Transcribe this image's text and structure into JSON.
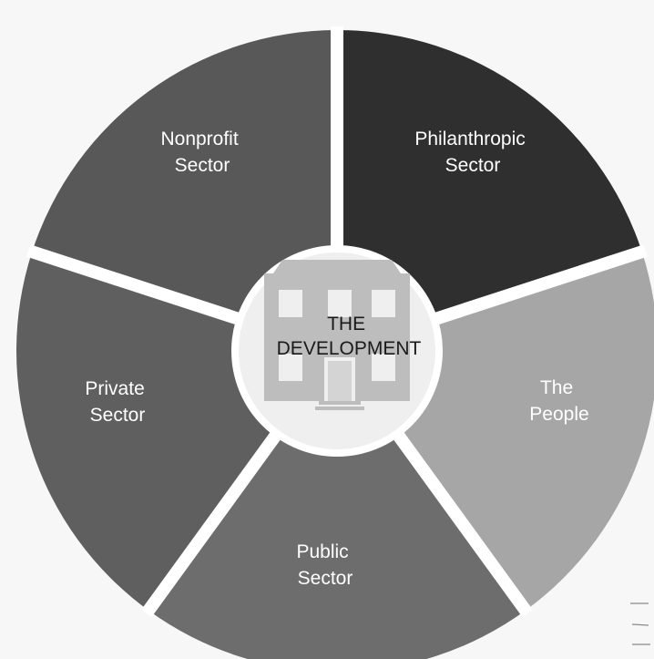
{
  "diagram": {
    "center": {
      "lines": [
        "THE",
        "DEVELOPMENT"
      ],
      "icon": "building-icon",
      "fill": "#efefef",
      "icon_color": "#bdbdbd"
    },
    "segments": [
      {
        "id": "philanthropic",
        "lines": [
          "Philanthropic",
          "Sector"
        ],
        "fill": "#2f2f2f"
      },
      {
        "id": "the-people",
        "lines": [
          "The",
          "People"
        ],
        "fill": "#a6a6a6"
      },
      {
        "id": "public",
        "lines": [
          "Public",
          "Sector"
        ],
        "fill": "#6d6d6d"
      },
      {
        "id": "private",
        "lines": [
          "Private",
          "Sector"
        ],
        "fill": "#5f5f5f"
      },
      {
        "id": "nonprofit",
        "lines": [
          "Nonprofit",
          "Sector"
        ],
        "fill": "#585858"
      }
    ]
  }
}
